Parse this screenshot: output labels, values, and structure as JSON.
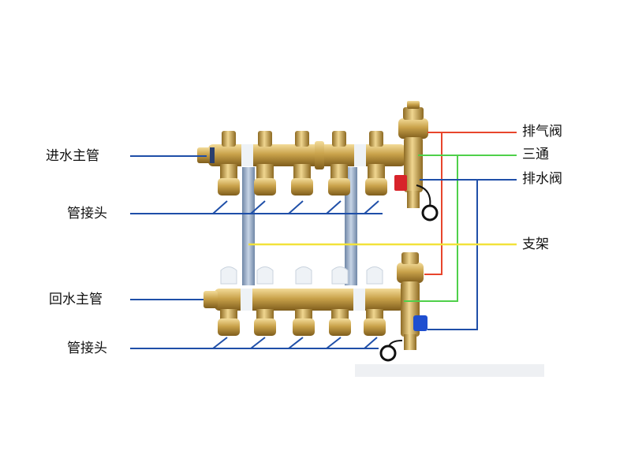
{
  "labels": {
    "supply_main": "进水主管",
    "supply_fitting": "管接头",
    "return_main": "回水主管",
    "return_fitting": "管接头",
    "air_vent": "排气阀",
    "tee": "三通",
    "drain_valve": "排水阀",
    "bracket": "支架"
  },
  "colors": {
    "brass": "#c9a24a",
    "brass_dark": "#8d6a22",
    "support": "#8fa8c8",
    "line_blue": "#1f4fa8",
    "line_red": "#e8452c",
    "line_green": "#4fd04a",
    "line_yellow": "#f2e23a",
    "valve_red": "#d8232a",
    "valve_blue": "#1f4fd0"
  }
}
